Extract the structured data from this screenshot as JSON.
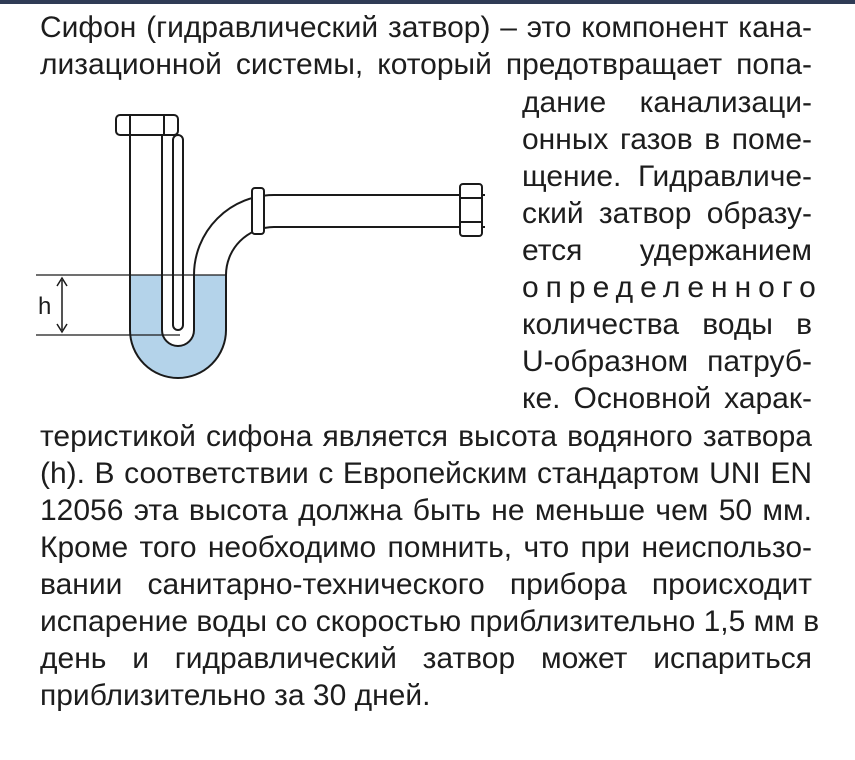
{
  "text": {
    "lines": [
      "Сифон (гидравлический затвор) – это компонент кана-",
      "лизационной системы, который предотвращает попа-",
      "дание канализаци-",
      "онных газов в поме-",
      "щение. Гидравличе-",
      "ский затвор образу-",
      "ется удержанием",
      "определенного",
      "количества воды в",
      "U-образном патруб-",
      "ке. Основной харак-",
      "теристикой сифона является высота водяного затвора",
      "(h). В соответствии с Европейским стандартом UNI EN",
      "12056 эта высота должна быть не меньше чем 50 мм.",
      "Кроме того необходимо помнить, что при неиспользо-",
      "вании санитарно-технического прибора происходит",
      "испарение воды со скоростью приблизительно 1,5 мм в",
      "день и гидравлический затвор может испариться",
      "приблизительно за 30 дней."
    ]
  },
  "diagram": {
    "h_label": "h",
    "water_color": "#b4d3ea",
    "pipe_fill": "#ffffff",
    "stroke_color": "#1a1a1a"
  },
  "colors": {
    "text": "#1d1d1d",
    "top_rule": "#2f3b55"
  }
}
